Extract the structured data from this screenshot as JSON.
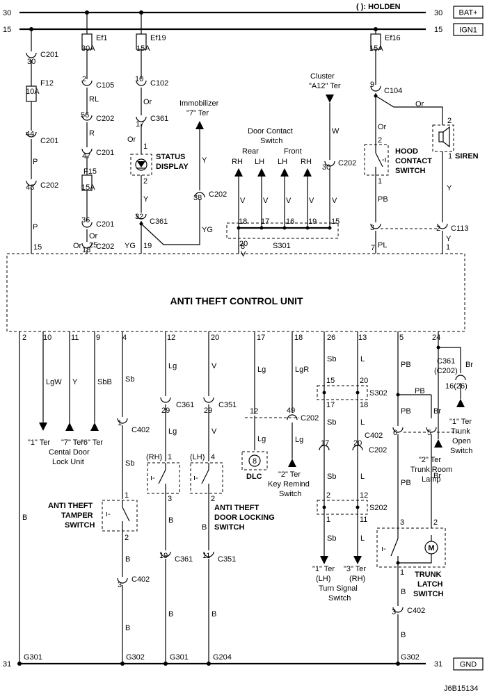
{
  "header": {
    "holden_note": "( ): HOLDEN",
    "rail_30_left": "30",
    "rail_30_right": "30",
    "rail_15_left": "15",
    "rail_15_right": "15",
    "bat_tag": "BAT+",
    "ign_tag": "IGN1"
  },
  "footer": {
    "rail_31_left": "31",
    "rail_31_right": "31",
    "gnd_tag": "GND",
    "diagram_id": "J6B15134"
  },
  "control_unit": {
    "label": "ANTI THEFT CONTROL UNIT"
  },
  "fuses": {
    "ef1": "Ef1",
    "ef1_a": "30A",
    "ef19": "Ef19",
    "ef19_a": "15A",
    "ef16": "Ef16",
    "ef16_a": "15A",
    "f12": "F12",
    "f12_a": "10A",
    "f15": "F15",
    "f15_a": "15A"
  },
  "connectors": {
    "c201": "C201",
    "c105": "C105",
    "c202": "C202",
    "c102": "C102",
    "c361": "C361",
    "c104": "C104",
    "c113": "C113",
    "s301": "S301",
    "c402": "C402",
    "c351": "C351",
    "s302": "S302",
    "s202": "S202",
    "c361_c202": "C361",
    "c202_paren": "(C202)",
    "pin_16_26": "16(26)"
  },
  "wires": {
    "p": "P",
    "rl": "RL",
    "r": "R",
    "or": "Or",
    "y": "Y",
    "yg": "YG",
    "w": "W",
    "v": "V",
    "pb": "PB",
    "pl": "PL",
    "lgw": "LgW",
    "sbb": "SbB",
    "sb": "Sb",
    "lg": "Lg",
    "lgr": "LgR",
    "l": "L",
    "br": "Br",
    "b": "B"
  },
  "pins": {
    "p1": "1",
    "p2": "2",
    "p3": "3",
    "p4": "4",
    "p5": "5",
    "p6": "6",
    "p7": "7",
    "p8": "8",
    "p9": "9",
    "p10": "10",
    "p11": "11",
    "p12": "12",
    "p13": "13",
    "p15": "15",
    "p16": "16",
    "p17": "17",
    "p18": "18",
    "p19": "19",
    "p20": "20",
    "p24": "24",
    "p25": "25",
    "p26": "26",
    "p29": "29",
    "p30": "30",
    "p32": "32",
    "p36": "36",
    "p38": "38",
    "p44": "44",
    "p47": "47",
    "p48": "48",
    "p49": "49",
    "p56": "56"
  },
  "components": {
    "status_1": "STATUS",
    "status_2": "DISPLAY",
    "immob_1": "Immobilizer",
    "immob_2": "\"7\" Ter",
    "door_1": "Door Contact",
    "door_2": "Switch",
    "rear": "Rear",
    "front": "Front",
    "rh": "RH",
    "lh": "LH",
    "cluster_1": "Cluster",
    "cluster_2": "\"A12\" Ter",
    "hood_1": "HOOD",
    "hood_2": "CONTACT",
    "hood_3": "SWITCH",
    "siren": "SIREN",
    "ter1": "\"1\" Ter",
    "ter7": "\"7\" Ter",
    "ter6": "\"6\" Ter",
    "cdl_1": "Cental Door",
    "cdl_2": "Lock Unit",
    "tamper_1": "ANTI THEFT",
    "tamper_2": "TAMPER",
    "tamper_3": "SWITCH",
    "rh_paren": "(RH)",
    "lh_paren": "(LH)",
    "dls_1": "ANTI THEFT",
    "dls_2": "DOOR LOCKING",
    "dls_3": "SWITCH",
    "dlc": "DLC",
    "ter2": "\"2\" Ter",
    "keyrem_1": "Key Remind",
    "keyrem_2": "Switch",
    "turn_ter1": "\"1\" Ter",
    "turn_ter3": "\"3\" Ter",
    "turn_lh": "(LH)",
    "turn_rh": "(RH)",
    "turn_1": "Turn Signal",
    "turn_2": "Switch",
    "trunk_ter1": "\"1\" Ter",
    "trunk_open_1": "Trunk",
    "trunk_open_2": "Open",
    "trunk_open_3": "Switch",
    "room_ter2": "\"2\" Ter",
    "room_1": "Trunk Room",
    "room_2": "Lamp",
    "latch_1": "TRUNK",
    "latch_2": "LATCH",
    "latch_3": "SWITCH",
    "motor": "M"
  },
  "grounds": {
    "g301": "G301",
    "g302": "G302",
    "g204": "G204"
  }
}
